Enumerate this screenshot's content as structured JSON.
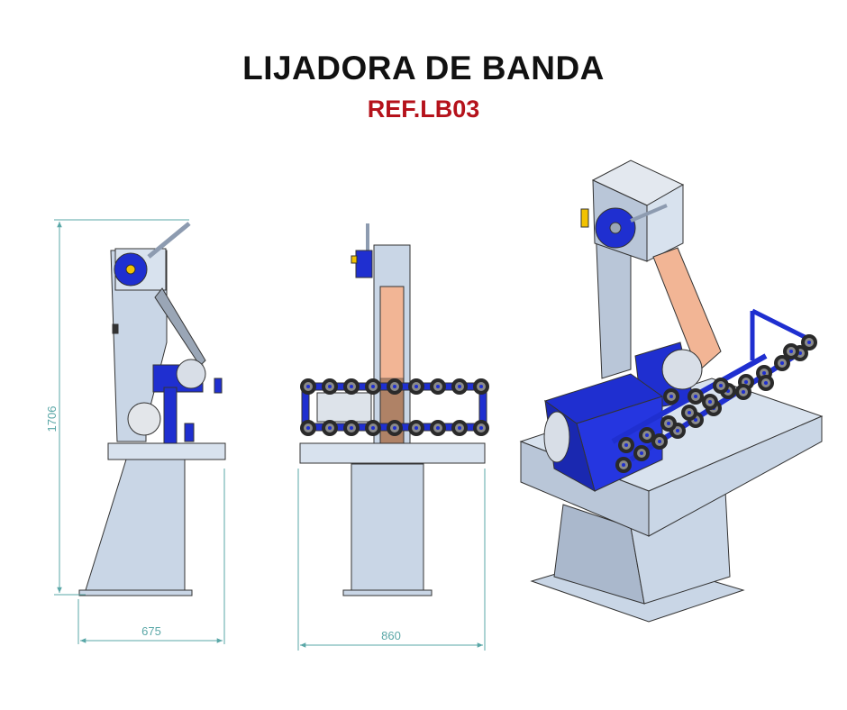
{
  "title": "LIJADORA DE BANDA",
  "subtitle": "REF.LB03",
  "dimensions": {
    "height": "1706",
    "side_width": "675",
    "front_width": "860"
  },
  "colors": {
    "title": "#111111",
    "subtitle": "#b5121b",
    "dimension": "#5aa7a7",
    "frame": "#c9d6e6",
    "steel_dark": "#8d9bb0",
    "blue_part": "#1f2fd0",
    "belt": "#f2b595"
  }
}
